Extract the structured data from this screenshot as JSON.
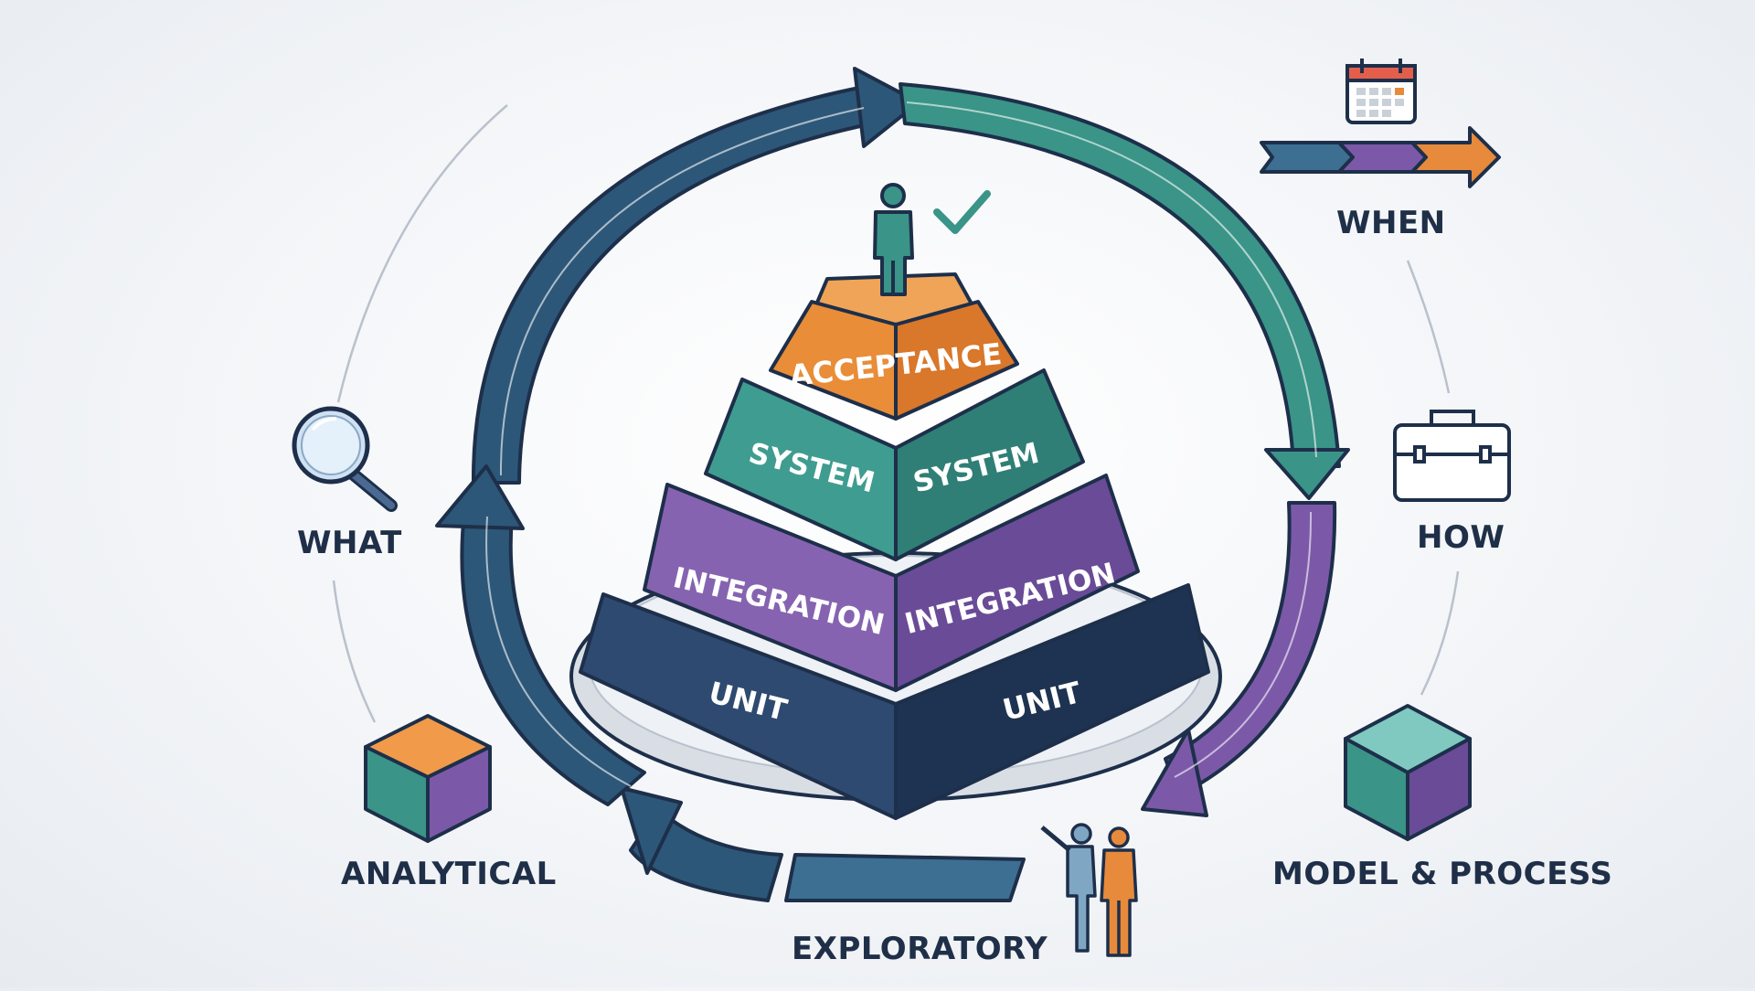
{
  "diagram": {
    "pyramid_levels": {
      "acceptance": "ACCEPTANCE",
      "system": "SYSTEM",
      "integration": "INTEGRATION",
      "unit": "UNIT"
    },
    "side_labels": {
      "what": "WHAT",
      "when": "WHEN",
      "how": "HOW",
      "analytical": "ANALYTICAL",
      "model_process": "MODEL & PROCESS",
      "exploratory": "EXPLORATORY"
    },
    "icons": {
      "what": "magnifying-glass-icon",
      "when": "calendar-icon",
      "how": "briefcase-icon",
      "analytical": "cube-icon",
      "model_process": "cube-icon",
      "timeline": "timeline-arrow-icon",
      "top_figure": "person-icon",
      "checkmark": "check-icon",
      "bottom_figures": "people-icon"
    },
    "colors": {
      "navy": "#223f63",
      "teal": "#3a9488",
      "purple": "#7b59a8",
      "orange": "#e78a3b",
      "blue": "#3d6f92",
      "text": "#1f2f48"
    }
  }
}
